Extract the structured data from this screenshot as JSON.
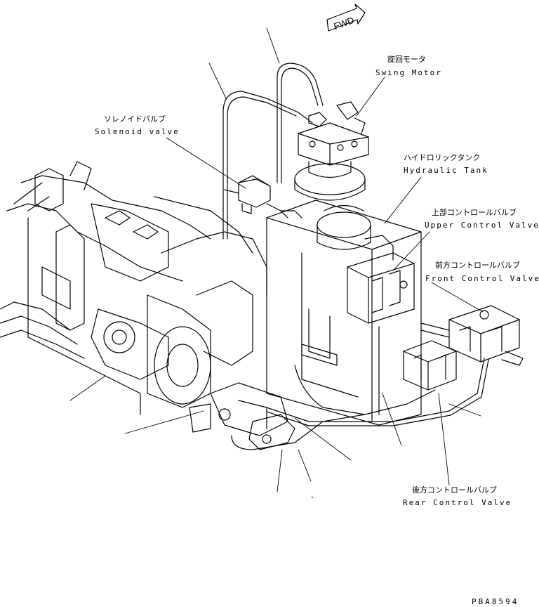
{
  "fwd_arrow": "FWD",
  "labels": {
    "swing_motor_jp": "旋回モータ",
    "swing_motor_en": "Swing Motor",
    "solenoid_jp": "ソレノイドバルブ",
    "solenoid_en": "Solenoid valve",
    "hydraulic_tank_jp": "ハイドロリックタンク",
    "hydraulic_tank_en": "Hydraulic Tank",
    "upper_cv_jp": "上部コントロールバルブ",
    "upper_cv_en": "Upper Control Valve",
    "front_cv_jp": "前方コントロールバルブ",
    "front_cv_en": "Front Control Valve",
    "rear_cv_jp": "後方コントロールバルブ",
    "rear_cv_en": "Rear Control Valve"
  },
  "doc_code": "PBA8594"
}
